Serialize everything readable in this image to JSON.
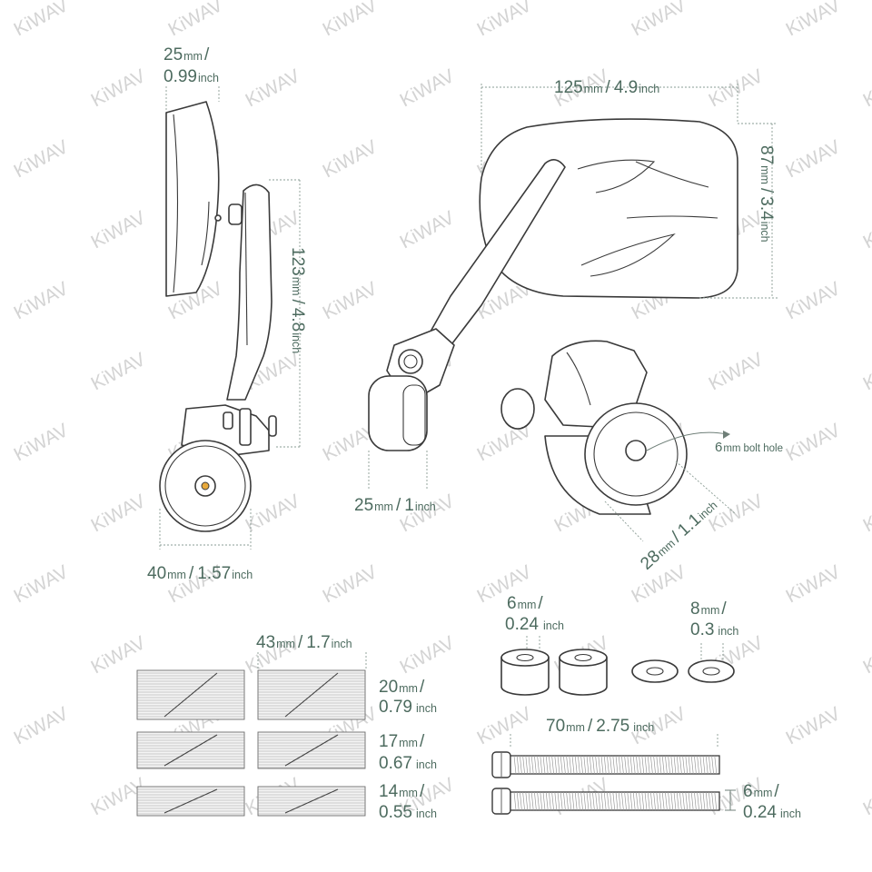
{
  "brand_watermark": "KiWAV",
  "colors": {
    "label": "#4d6b5f",
    "outline": "#3a3a3a",
    "watermark": "#d4d4d4"
  },
  "mirror_side": {
    "width_value": "25",
    "width_unit_mm": "mm",
    "width_sep": "/",
    "width_in": "0.99",
    "width_unit_in": "inch",
    "height_value": "123",
    "height_unit_mm": "mm",
    "height_sep": "/",
    "height_in": "4.8",
    "height_unit_in": "inch",
    "clamp_value": "40",
    "clamp_unit_mm": "mm",
    "clamp_sep": "/",
    "clamp_in": "1.57",
    "clamp_unit_in": "inch"
  },
  "mirror_front": {
    "width_value": "125",
    "width_unit_mm": "mm",
    "width_sep": "/",
    "width_in": "4.9",
    "width_unit_in": "inch",
    "height_value": "87",
    "height_unit_mm": "mm",
    "height_sep": "/",
    "height_in": "3.4",
    "height_unit_in": "inch",
    "clamp_value": "25",
    "clamp_unit_mm": "mm",
    "clamp_sep": "/",
    "clamp_in": "1",
    "clamp_unit_in": "inch"
  },
  "clamp_detail": {
    "bolt_value": "6",
    "bolt_unit_mm": "mm",
    "bolt_label": "bolt hole",
    "bore_value": "28",
    "bore_unit_mm": "mm",
    "bore_sep": "/",
    "bore_in": "1.1",
    "bore_unit_in": "inch"
  },
  "shims": {
    "width_value": "43",
    "width_unit_mm": "mm",
    "width_sep": "/",
    "width_in": "1.7",
    "width_unit_in": "inch",
    "rows": [
      {
        "value": "20",
        "unit_mm": "mm",
        "sep": "/",
        "inch": "0.79",
        "unit_in": "inch"
      },
      {
        "value": "17",
        "unit_mm": "mm",
        "sep": "/",
        "inch": "0.67",
        "unit_in": "inch"
      },
      {
        "value": "14",
        "unit_mm": "mm",
        "sep": "/",
        "inch": "0.55",
        "unit_in": "inch"
      }
    ]
  },
  "spacers": {
    "value": "6",
    "unit_mm": "mm",
    "sep": "/",
    "inch": "0.24",
    "unit_in": "inch"
  },
  "washers": {
    "value": "8",
    "unit_mm": "mm",
    "sep": "/",
    "inch": "0.3",
    "unit_in": "inch"
  },
  "bolts": {
    "length_value": "70",
    "length_unit_mm": "mm",
    "length_sep": "/",
    "length_in": "2.75",
    "length_unit_in": "inch",
    "dia_value": "6",
    "dia_unit_mm": "mm",
    "dia_sep": "/",
    "dia_in": "0.24",
    "dia_unit_in": "inch"
  }
}
